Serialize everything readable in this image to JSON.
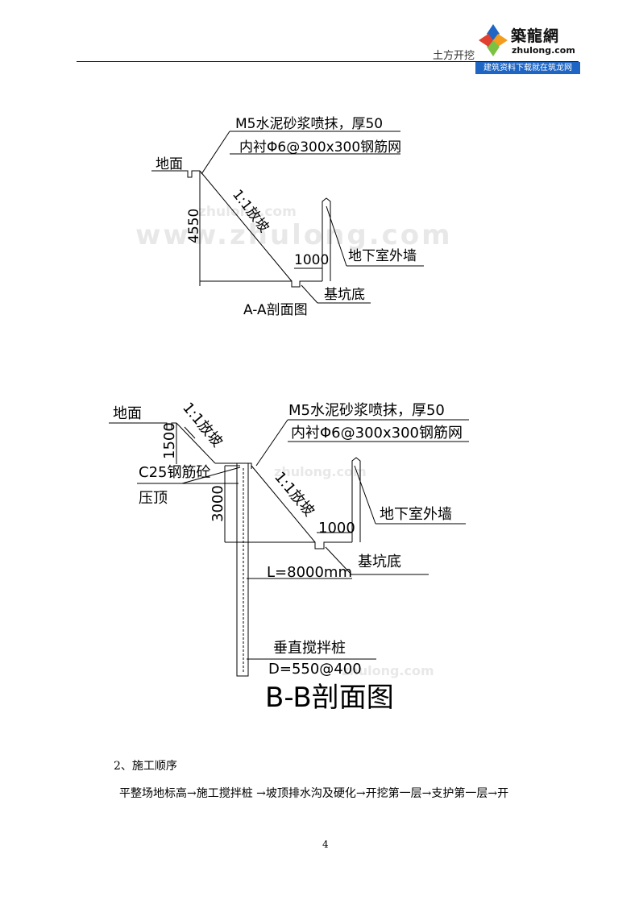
{
  "header": {
    "running_title": "土方开挖",
    "logo": {
      "name_cn": "築龍網",
      "domain": "zhulong.com",
      "slogan": "建筑资料下载就在筑龙网",
      "colors": {
        "blue": "#1f66c4",
        "green": "#7cc242",
        "orange": "#f39c1e",
        "red": "#e2402f"
      }
    }
  },
  "figure_aa": {
    "spec_line1": "M5水泥砂浆喷抹，厚50",
    "spec_line2": "内衬Φ6@300x300钢筋网",
    "ground": "地面",
    "height": "4550",
    "slope": "1:1放坡",
    "width": "1000",
    "wall": "地下室外墙",
    "pit_bottom": "基坑底",
    "caption": "A-A剖面图"
  },
  "figure_bb": {
    "ground": "地面",
    "slope_top": "1:1放坡",
    "height_top": "1500",
    "spec_line1": "M5水泥砂浆喷抹，厚50",
    "spec_line2": "内衬Φ6@300x300钢筋网",
    "cap_line1": "C25钢筋砼",
    "cap_line2": "压顶",
    "height_bottom": "3000",
    "slope_bottom": "1:1放坡",
    "width": "1000",
    "wall": "地下室外墙",
    "pit_bottom": "基坑底",
    "pile_length": "L=8000mm",
    "pile_name": "垂直搅拌桩",
    "pile_spec": "D=550@400",
    "caption": "B-B剖面图"
  },
  "watermarks": [
    "zhulong.com",
    "www.zhulong.com"
  ],
  "body": {
    "section_heading": "2、施工顺序",
    "paragraph": "平整场地标高→施工搅拌桩  →坡顶排水沟及硬化→开挖第一层→支护第一层→开"
  },
  "page_number": "4"
}
